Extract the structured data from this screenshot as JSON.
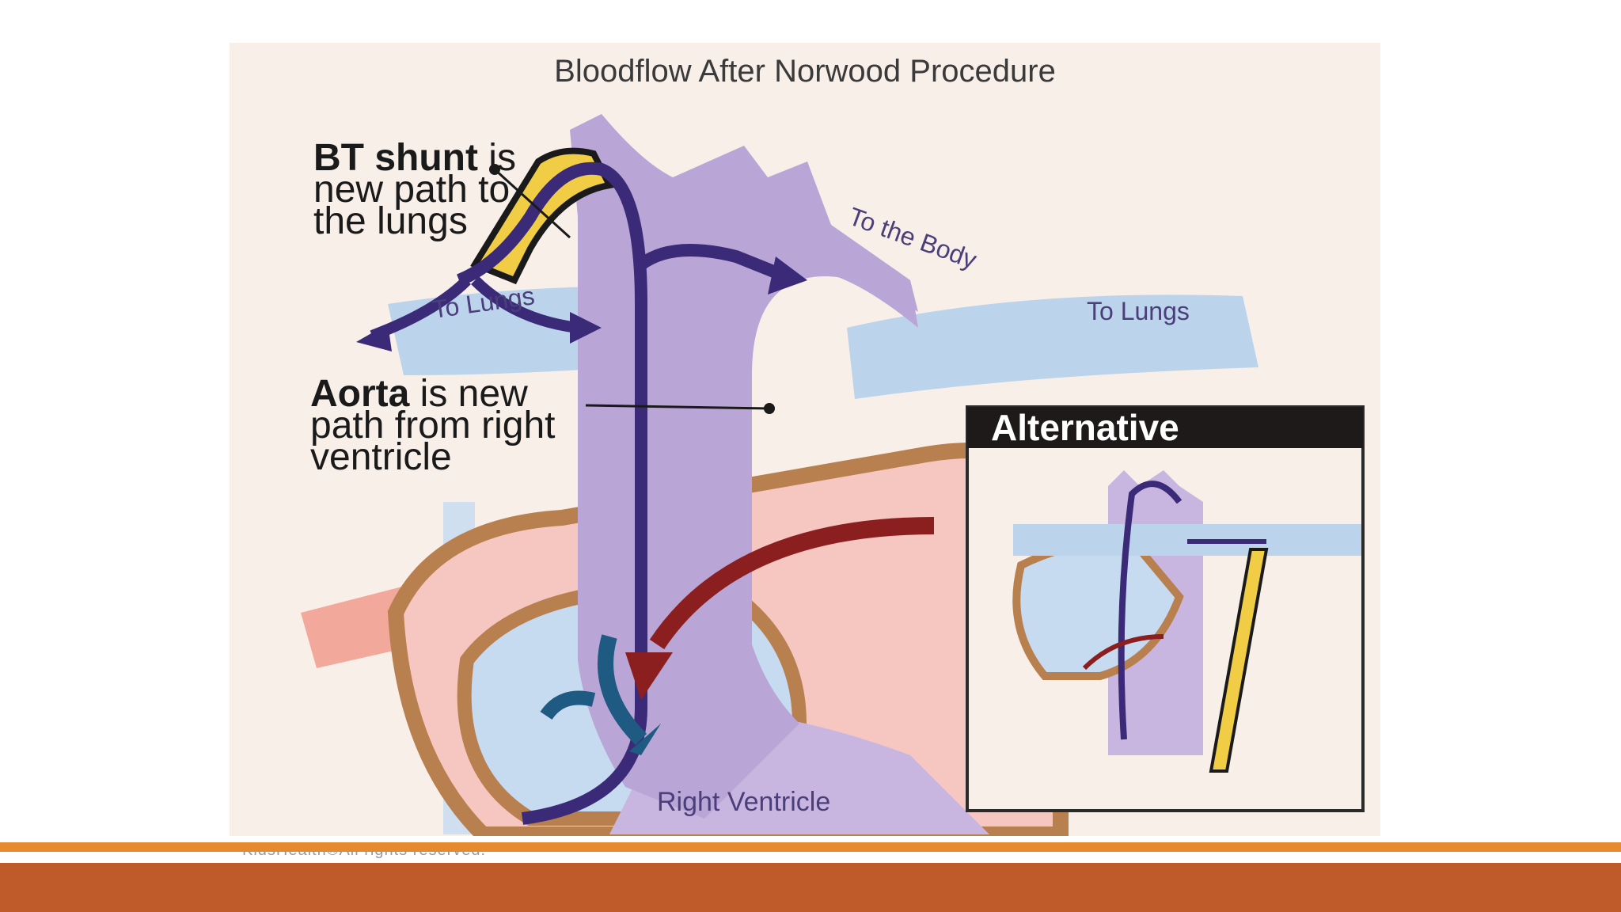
{
  "figure": {
    "title": "Bloodflow After Norwood Procedure",
    "callout_bt": {
      "bold": "BT shunt",
      "rest_line1": " is",
      "line2": "new path to",
      "line3": "the lungs"
    },
    "callout_aorta": {
      "bold": "Aorta",
      "rest_line1": " is new",
      "line2": "path from right",
      "line3": "ventricle"
    },
    "labels": {
      "to_lungs_left": "To Lungs",
      "to_lungs_right": "To Lungs",
      "to_the_body": "To the Body",
      "right_ventricle": "Right Ventricle"
    },
    "inset_title": "Alternative",
    "credit": "KidsHealth®All rights reserved."
  },
  "colors": {
    "slide_band": "#bf5a2a",
    "slide_band_accent": "#e58a2e",
    "aorta": "#b9a6d6",
    "flow_arrow": "#3b2a78",
    "shunt": "#f1cd46",
    "pulmonary": "#bcd3ec",
    "heart_outline": "#b8804f",
    "oxygenated_arrow": "#8b1e1e",
    "deoxygenated_arrow": "#1f5a82"
  }
}
